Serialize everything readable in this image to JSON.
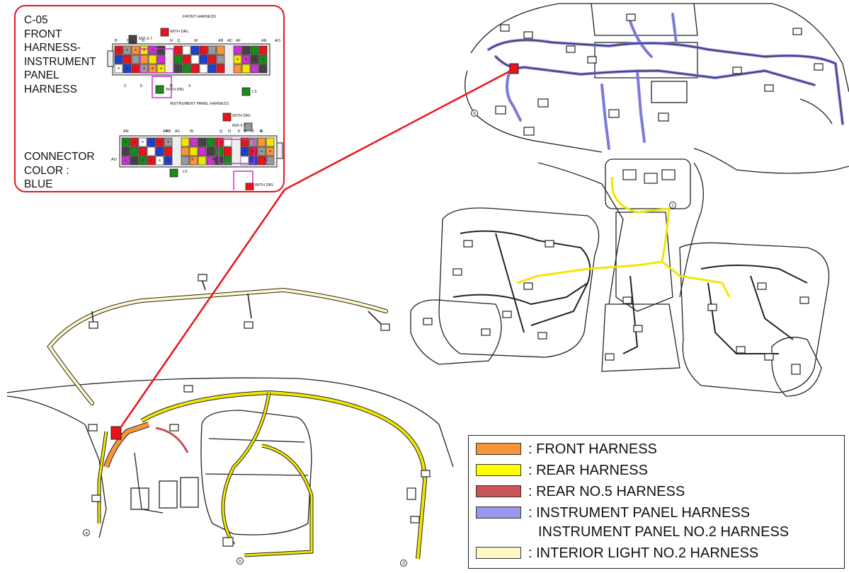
{
  "callout": {
    "title_lines": [
      "C-05",
      "FRONT",
      "HARNESS-",
      "INSTRUMENT",
      "PANEL",
      "HARNESS"
    ],
    "color_lines": [
      "CONNECTOR",
      "COLOR :",
      "BLUE"
    ],
    "top_label": "FRONT HARNESS",
    "bottom_label": "INSTRUMENT PANEL HARNESS",
    "with_drl": "WITH DRL",
    "mzi": "MZI-3.7",
    "ls": "LS",
    "top_pins_a": [
      "B",
      "D",
      "G",
      "N",
      "Q",
      "W",
      "AB",
      "AC",
      "AF",
      "AN",
      "AO"
    ],
    "top_pins_b": [
      "C",
      "E",
      "R",
      "X"
    ],
    "bottom_pins_a": [
      "AN",
      "AF",
      "AB",
      "AC",
      "W",
      "Q",
      "N",
      "K",
      "G",
      "D",
      "E",
      "B"
    ],
    "bottom_pins_b": [
      "AO",
      "X",
      "R",
      "C"
    ]
  },
  "legend": {
    "rows": [
      {
        "label": ": FRONT HARNESS",
        "color": "#f7953a"
      },
      {
        "label": ": REAR HARNESS",
        "color": "#ffff00"
      },
      {
        "label": ": REAR NO.5 HARNESS",
        "color": "#c9545a"
      },
      {
        "label": ": INSTRUMENT PANEL HARNESS",
        "color": "#9a98ee"
      },
      {
        "label": "INSTRUMENT PANEL NO.2 HARNESS",
        "color": ""
      },
      {
        "label": ": INTERIOR LIGHT NO.2 HARNESS",
        "color": "#fff8c4"
      }
    ]
  },
  "markers": {
    "point_b": "b",
    "point_c": "c",
    "point_a": "a",
    "point_d": "d"
  },
  "colors": {
    "callout_red": "#e8141c",
    "front": "#f7953a",
    "rear": "#ffff00",
    "rear5": "#c9545a",
    "ip": "#9a98ee",
    "interior": "#fff8c4",
    "pin_pink": "#cc33cc"
  }
}
